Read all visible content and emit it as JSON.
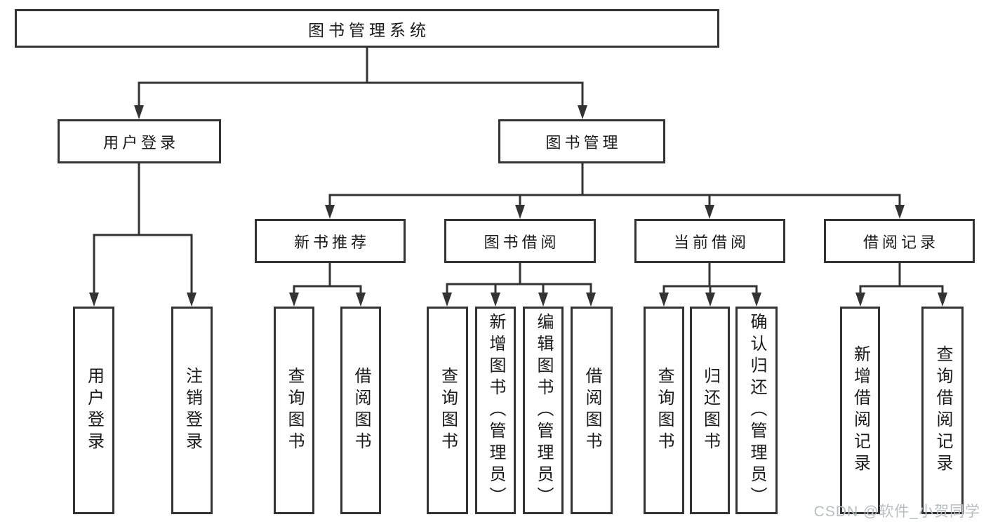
{
  "diagram": {
    "root": {
      "label": "图书管理系统"
    },
    "branches": [
      {
        "label": "用户登录",
        "children": [
          {
            "label": "用户登录"
          },
          {
            "label": "注销登录"
          }
        ]
      },
      {
        "label": "图书管理",
        "children": [
          {
            "label": "新书推荐",
            "children": [
              {
                "label": "查询图书"
              },
              {
                "label": "借阅图书"
              }
            ]
          },
          {
            "label": "图书借阅",
            "children": [
              {
                "label": "查询图书"
              },
              {
                "label": "新增图书（管理员）"
              },
              {
                "label": "编辑图书（管理员）"
              },
              {
                "label": "借阅图书"
              }
            ]
          },
          {
            "label": "当前借阅",
            "children": [
              {
                "label": "查询图书"
              },
              {
                "label": "归还图书"
              },
              {
                "label": "确认归还（管理员）"
              }
            ]
          },
          {
            "label": "借阅记录",
            "children": [
              {
                "label": "新增借阅记录"
              },
              {
                "label": "查询借阅记录"
              }
            ]
          }
        ]
      }
    ],
    "watermark": "CSDN @软件_小贺同学",
    "colors": {
      "line": "#333333",
      "text": "#1a1a1a",
      "watermark": "#b9bdc2",
      "background": "#ffffff"
    }
  }
}
